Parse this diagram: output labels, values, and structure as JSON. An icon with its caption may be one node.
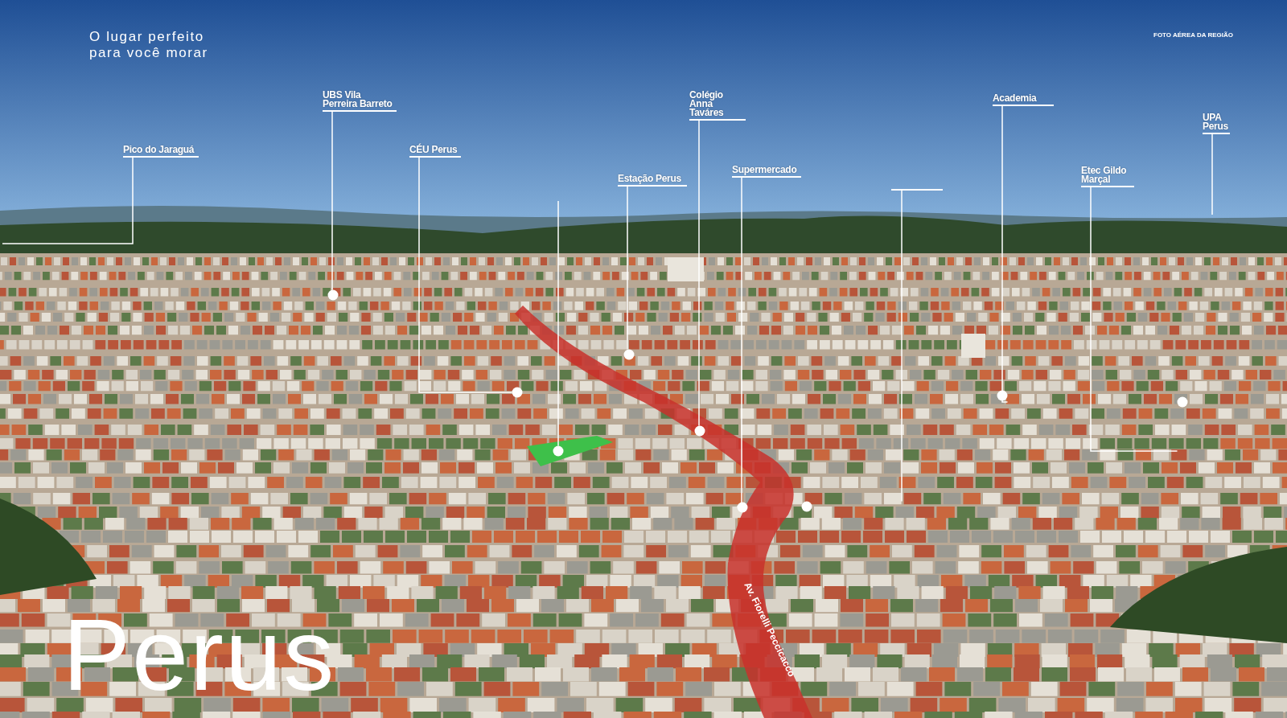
{
  "diagram": {
    "nodes": [
      {
        "text": [
          "Pico do Jaraguá"
        ]
      },
      {
        "text": [
          "UBS Vila Perreira Barreto"
        ]
      },
      {
        "text": [
          "CÉU Perus"
        ]
      },
      {
        "text": [
          "Estação Perus"
        ]
      },
      {
        "text": [
          "Colégio Anna Taváres"
        ]
      },
      {
        "text": [
          "Supermercado"
        ]
      },
      {
        "text": [],
        "shape": "bar"
      },
      {
        "text": [
          "Academia"
        ]
      },
      {
        "text": [
          "Etec Gildo Marçal"
        ]
      },
      {
        "text": [
          "UPA Perus"
        ]
      },
      {
        "text": [],
        "shape": "circle"
      },
      {
        "text": [],
        "shape": "circle"
      },
      {
        "text": [],
        "shape": "circle"
      },
      {
        "text": [],
        "shape": "circle"
      },
      {
        "text": [],
        "shape": "circle"
      },
      {
        "text": [],
        "shape": "circle"
      },
      {
        "text": [],
        "shape": "circle"
      },
      {
        "text": [],
        "shape": "circle"
      },
      {
        "text": [],
        "shape": "circle"
      }
    ],
    "edges": [
      {
        "from": 0,
        "to": null,
        "arrow": "none"
      },
      {
        "from": 1,
        "to": 10,
        "arrow": "none"
      },
      {
        "from": 2,
        "to": 11,
        "arrow": "none"
      },
      {
        "from": null,
        "to": 12,
        "arrow": "none"
      },
      {
        "from": 3,
        "to": 13,
        "arrow": "none"
      },
      {
        "from": 4,
        "to": 14,
        "arrow": "none"
      },
      {
        "from": 5,
        "to": 15,
        "arrow": "none"
      },
      {
        "from": 6,
        "to": 16,
        "arrow": "none"
      },
      {
        "from": 7,
        "to": 17,
        "arrow": "none"
      },
      {
        "from": 8,
        "to": 18,
        "arrow": "none"
      },
      {
        "from": 9,
        "to": null,
        "arrow": "none"
      }
    ],
    "labels": [
      "O lugar perfeito para você morar",
      "FOTO AÉREA DA REGIÃO",
      "Av. Fiorelli Peccicacco",
      "Perus"
    ]
  }
}
